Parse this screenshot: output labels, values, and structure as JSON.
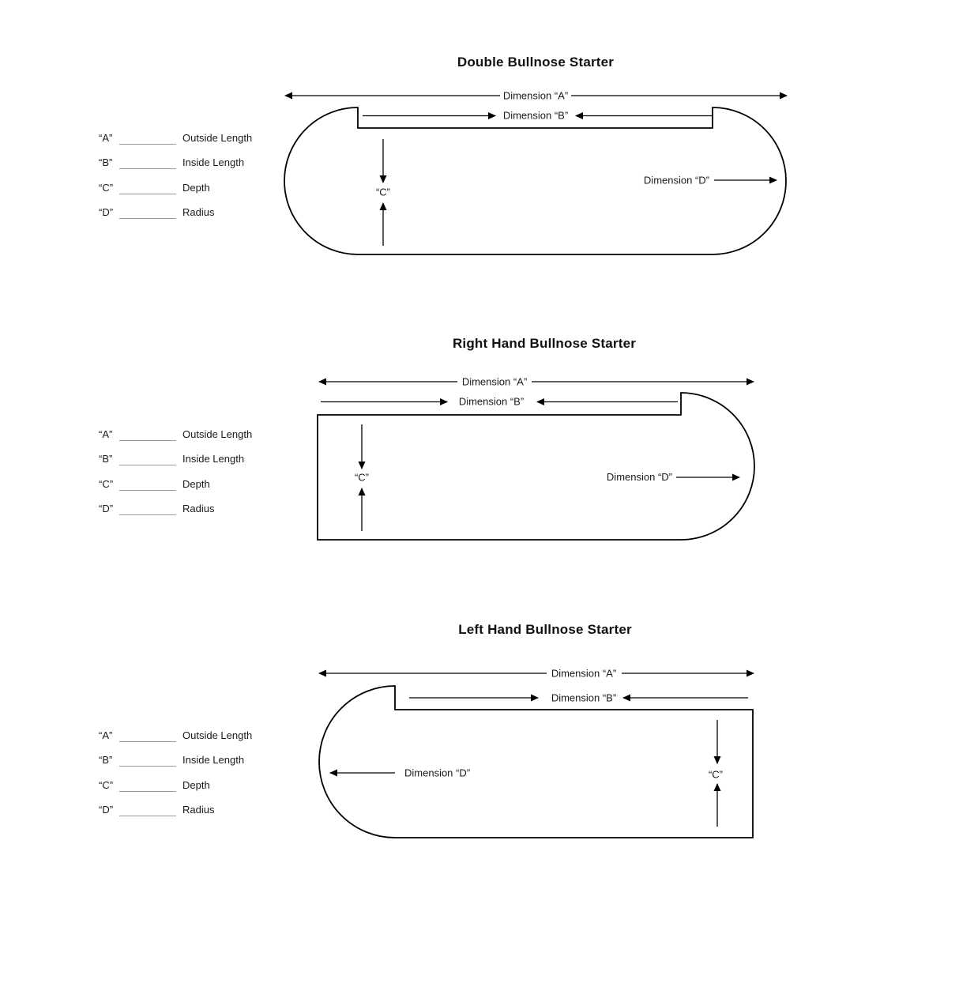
{
  "labels": {
    "dim_a": "Dimension “A”",
    "dim_b": "Dimension “B”",
    "dim_c": "“C”",
    "dim_d": "Dimension “D”"
  },
  "sections": [
    {
      "title": "Double Bullnose Starter"
    },
    {
      "title": "Right Hand Bullnose Starter"
    },
    {
      "title": "Left Hand Bullnose Starter"
    }
  ],
  "form": {
    "rows": [
      {
        "letter": "“A”",
        "label": "Outside Length"
      },
      {
        "letter": "“B”",
        "label": "Inside Length"
      },
      {
        "letter": "“C”",
        "label": "Depth"
      },
      {
        "letter": "“D”",
        "label": "Radius"
      }
    ]
  }
}
